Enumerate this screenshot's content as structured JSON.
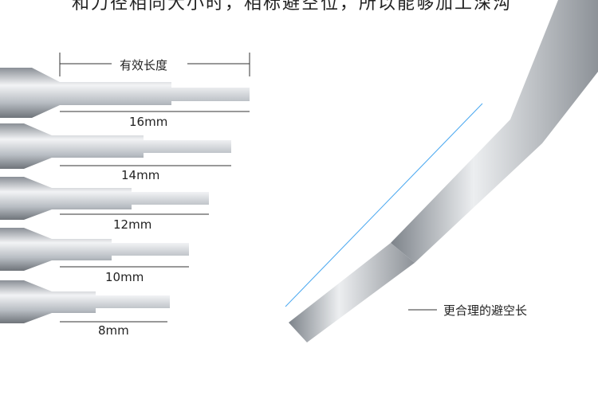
{
  "headline": "和刀径相同大小时，相标避空位，所以能够加工深沟",
  "effective_length_label": "有效长度",
  "tools": [
    {
      "length": "16mm"
    },
    {
      "length": "14mm"
    },
    {
      "length": "12mm"
    },
    {
      "length": "10mm"
    },
    {
      "length": "8mm"
    }
  ],
  "callout": "更合理的避空长"
}
